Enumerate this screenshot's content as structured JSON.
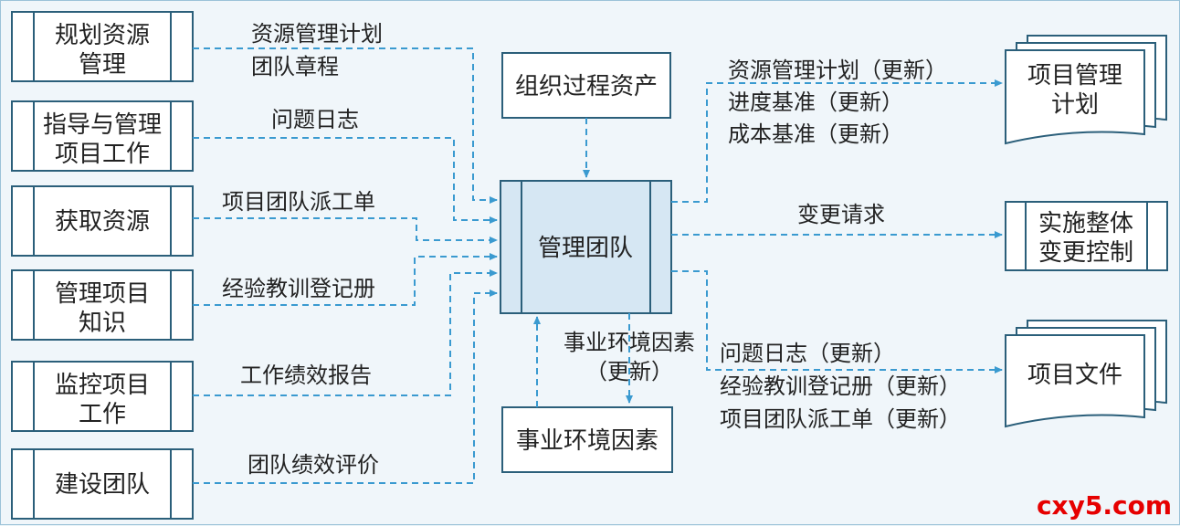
{
  "process_inputs": [
    {
      "name": "规划资源管理",
      "lines": [
        "规划资源",
        "管理"
      ]
    },
    {
      "name": "指导与管理项目工作",
      "lines": [
        "指导与管理",
        "项目工作"
      ]
    },
    {
      "name": "获取资源",
      "lines": [
        "获取资源"
      ]
    },
    {
      "name": "管理项目知识",
      "lines": [
        "管理项目",
        "知识"
      ]
    },
    {
      "name": "监控项目工作",
      "lines": [
        "监控项目",
        "工作"
      ]
    },
    {
      "name": "建设团队",
      "lines": [
        "建设团队"
      ]
    }
  ],
  "input_labels": [
    [
      "资源管理计划",
      "团队章程"
    ],
    [
      "问题日志"
    ],
    [
      "项目团队派工单"
    ],
    [
      "经验教训登记册"
    ],
    [
      "工作绩效报告"
    ],
    [
      "团队绩效评价"
    ]
  ],
  "center": {
    "process": "管理团队",
    "opa": "组织过程资产",
    "eef": "事业环境因素",
    "eef_update_lines": [
      "事业环境因素",
      "（更新）"
    ]
  },
  "outputs": [
    {
      "target_lines": [
        "项目管理",
        "计划"
      ],
      "labels": [
        "资源管理计划（更新）",
        "进度基准（更新）",
        "成本基准（更新）"
      ]
    },
    {
      "target_lines": [
        "实施整体",
        "变更控制"
      ],
      "labels": [
        "变更请求"
      ]
    },
    {
      "target_lines": [
        "项目文件"
      ],
      "labels": [
        "问题日志（更新）",
        "经验教训登记册（更新）",
        "项目团队派工单（更新）"
      ]
    }
  ],
  "watermark": "cxy5.com",
  "colors": {
    "line": "#3a9ad0",
    "box_border": "#2b5f7a",
    "center_fill": "#d6e7f3",
    "box_fill": "#ffffff"
  }
}
